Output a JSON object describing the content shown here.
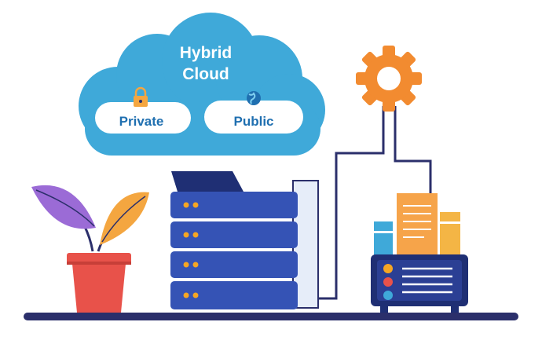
{
  "cloud": {
    "title_line1": "Hybrid",
    "title_line2": "Cloud",
    "private_label": "Private",
    "public_label": "Public",
    "private_icon": "lock-icon",
    "public_icon": "globe-icon"
  },
  "icons": {
    "gear": "gear-icon",
    "plant": "potted-plant-icon",
    "server": "server-rack-icon",
    "device": "storage-device-icon",
    "documents": "document-stack-icon"
  },
  "colors": {
    "cloud": "#3fa9d9",
    "pill": "#ffffff",
    "text_white": "#ffffff",
    "text_blue": "#1f6fb0",
    "gear": "#f28b30",
    "server": "#3553b5",
    "server_dark": "#1f2f74",
    "led": "#f6a623",
    "floor": "#2b2f6b",
    "pot": "#e8524a",
    "leaf_purple": "#9b6bd6",
    "leaf_orange": "#f4a640",
    "wire": "#2b2f6b",
    "doc_orange": "#f6a44a",
    "doc_blue": "#3fa9d9"
  }
}
